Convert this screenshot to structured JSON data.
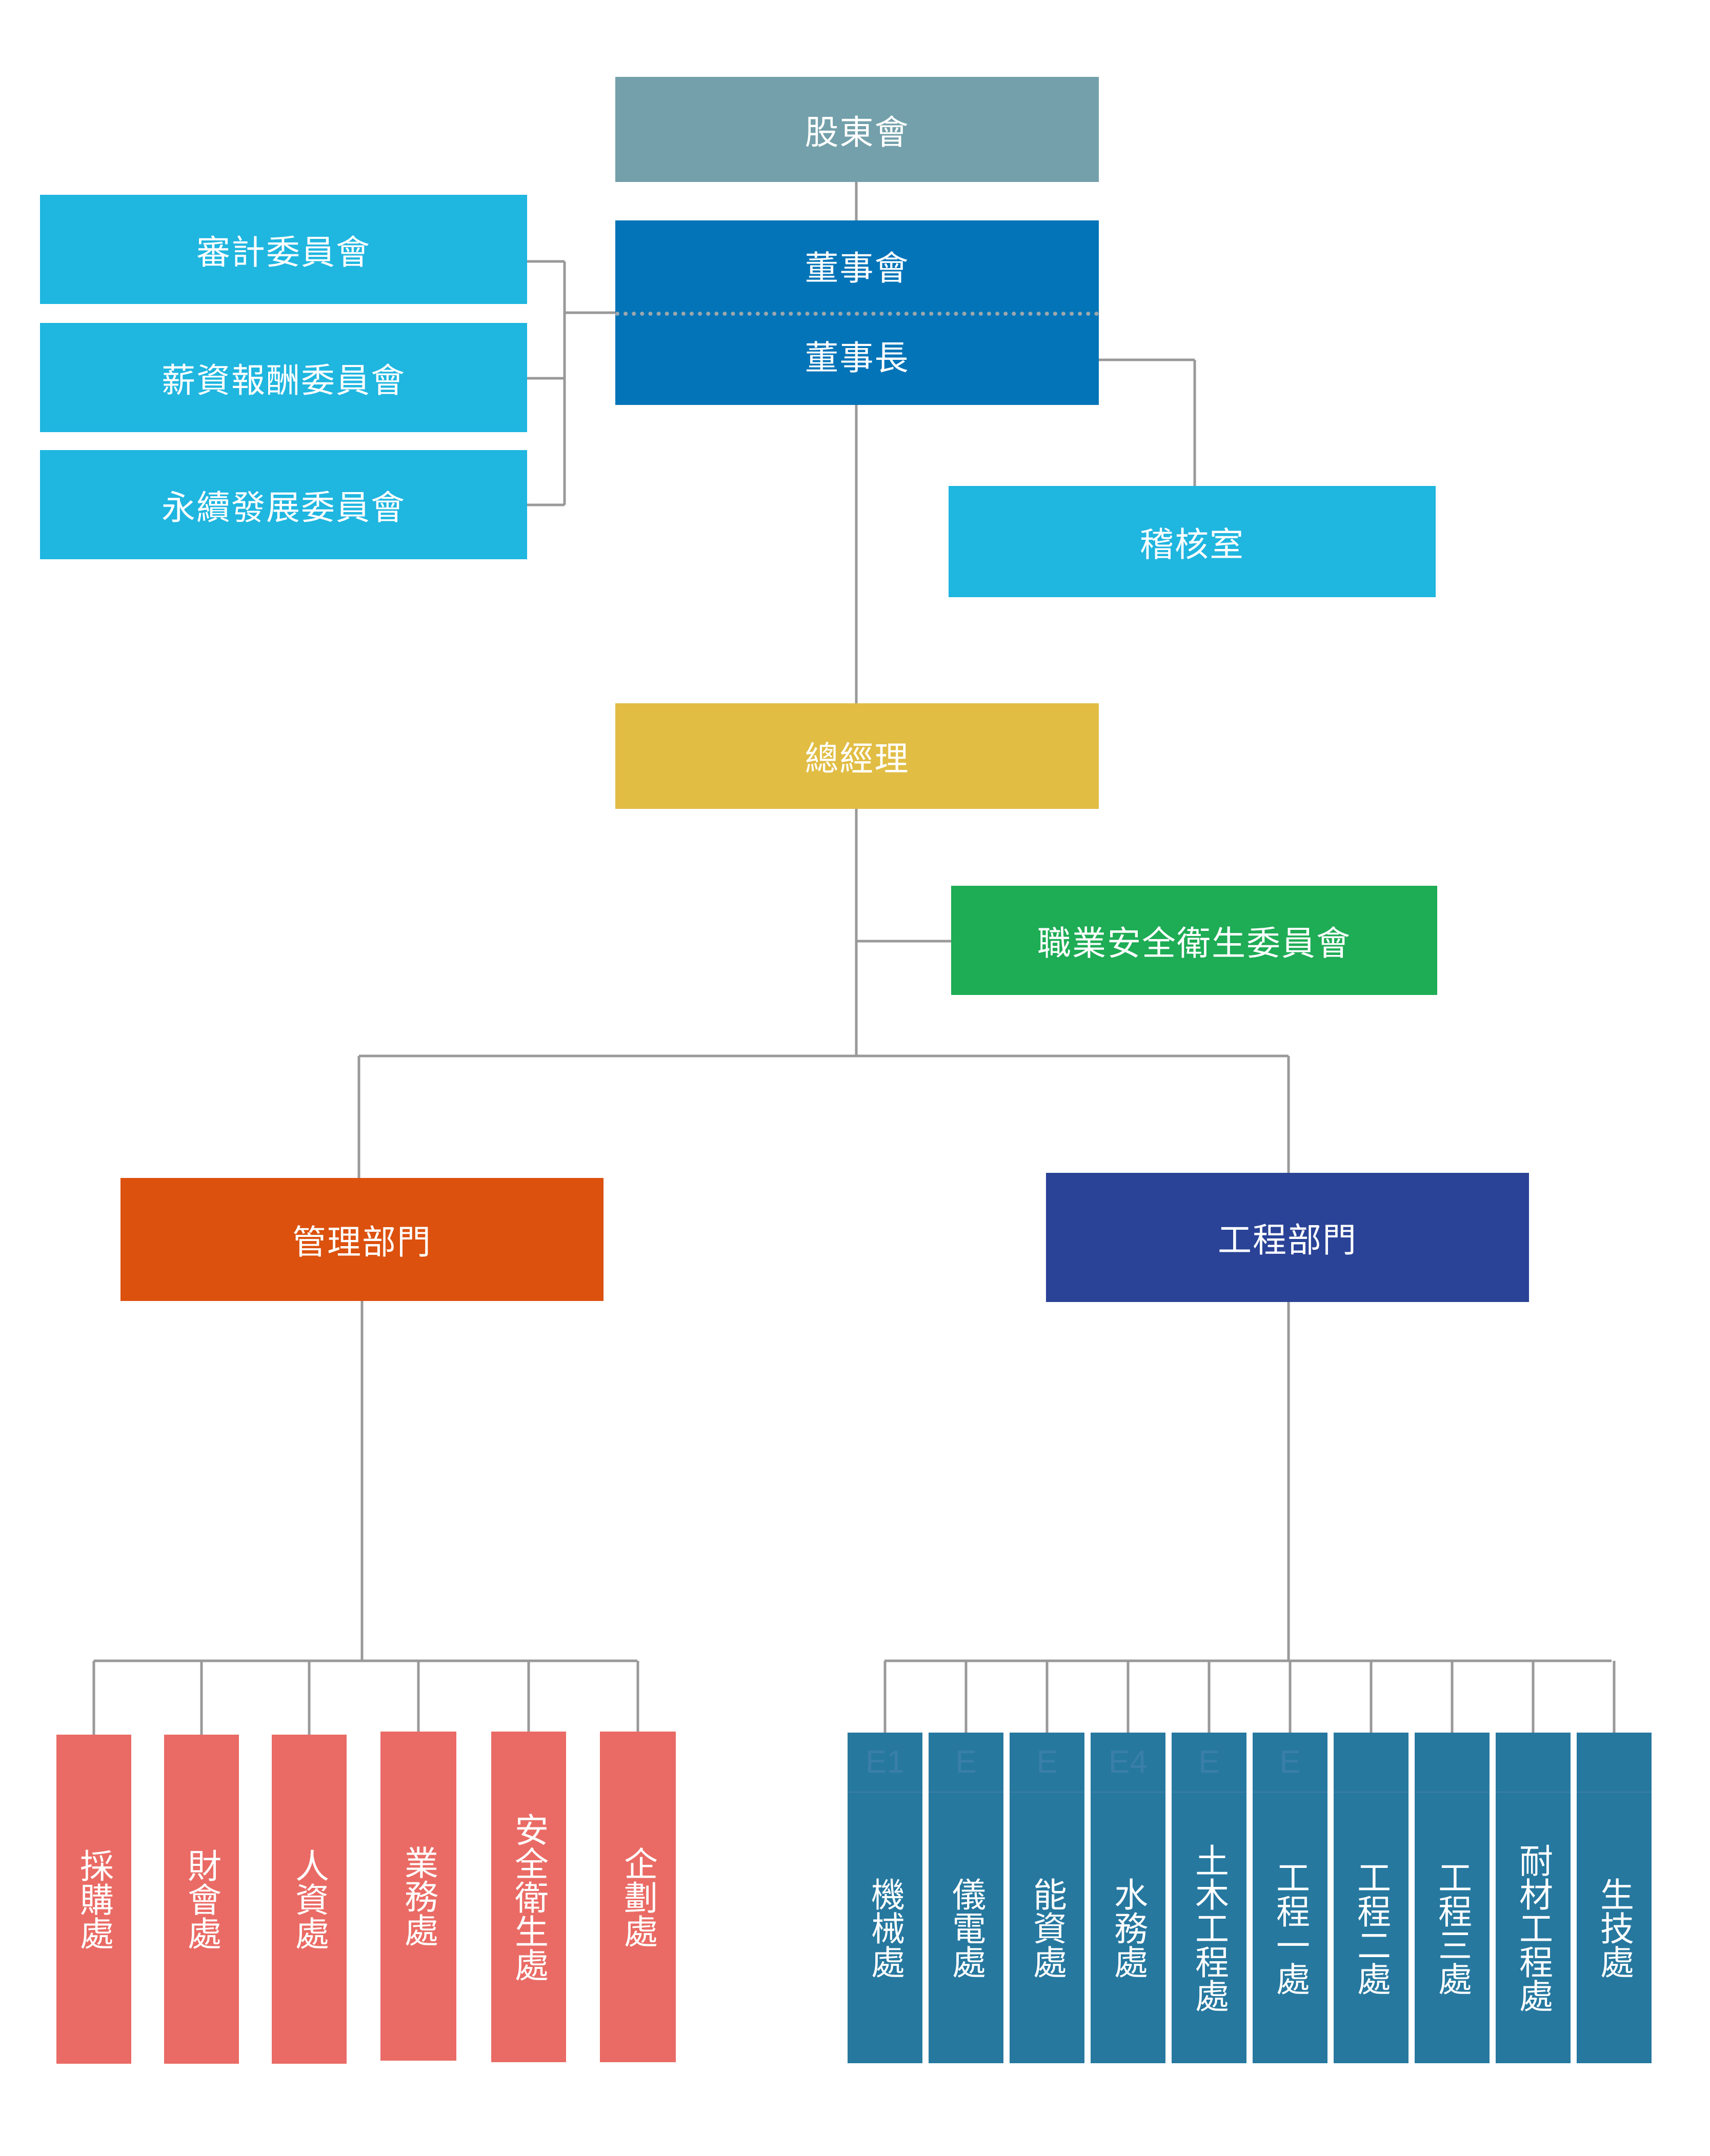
{
  "colors": {
    "shareholders": "#73a0aa",
    "board": "#0374b8",
    "committee": "#1fb6e0",
    "audit_office": "#1fb6e0",
    "general_manager": "#e1bd44",
    "safety_committee": "#1eac55",
    "management_dept": "#dc510e",
    "engineering_dept": "#2a4397",
    "management_unit": "#ea6b65",
    "engineering_unit": "#26789f",
    "line": "#999999"
  },
  "top": {
    "shareholders": "股東會",
    "board": "董事會",
    "chairman": "董事長"
  },
  "committees": [
    "審計委員會",
    "薪資報酬委員會",
    "永續發展委員會"
  ],
  "audit_office": "稽核室",
  "general_manager": "總經理",
  "safety_committee": "職業安全衛生委員會",
  "departments": {
    "management": "管理部門",
    "engineering": "工程部門"
  },
  "management_units": [
    "採購處",
    "財會處",
    "人資處",
    "業務處",
    "安全衛生處",
    "企劃處"
  ],
  "engineering_units": [
    {
      "code": "E1",
      "name": "機械處"
    },
    {
      "code": "E",
      "name": "儀電處"
    },
    {
      "code": "E",
      "name": "能資處"
    },
    {
      "code": "E4",
      "name": "水務處"
    },
    {
      "code": "E",
      "name": "土木工程處"
    },
    {
      "code": "E",
      "name": "工程一處"
    },
    {
      "code": "",
      "name": "工程二處"
    },
    {
      "code": "",
      "name": "工程三處"
    },
    {
      "code": "",
      "name": "耐材工程處"
    },
    {
      "code": "",
      "name": "生技處"
    }
  ]
}
